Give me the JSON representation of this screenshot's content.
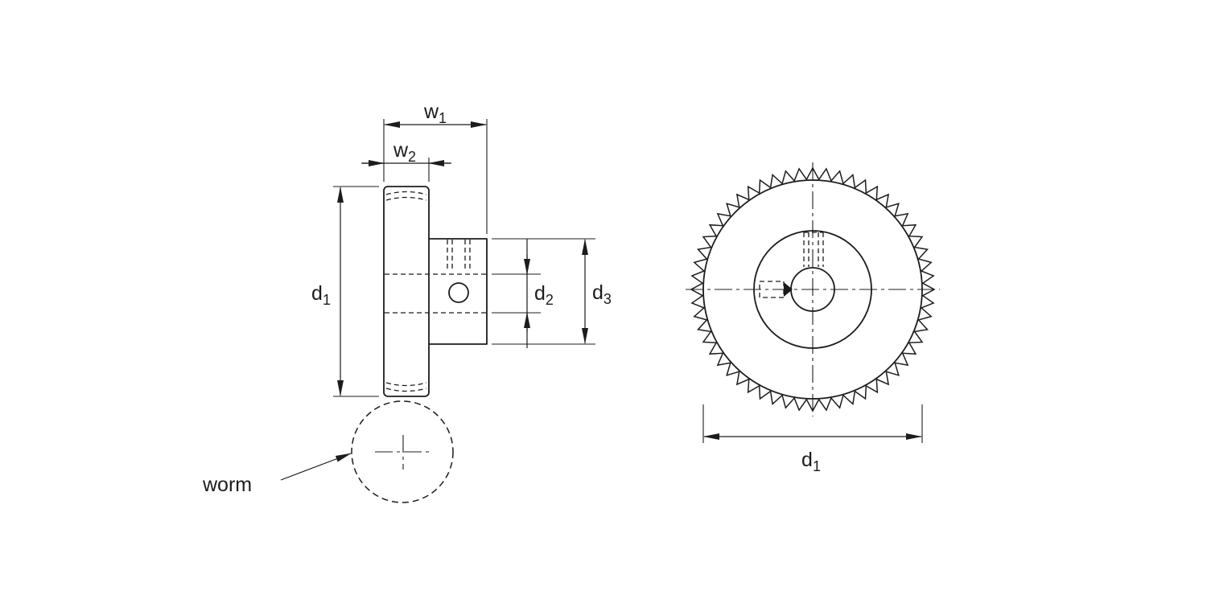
{
  "drawing": {
    "background": "#ffffff",
    "line_color": "#1c1c1c",
    "labels": {
      "w1": {
        "base": "w",
        "sub": "1"
      },
      "w2": {
        "base": "w",
        "sub": "2"
      },
      "d1_side": {
        "base": "d",
        "sub": "1"
      },
      "d2": {
        "base": "d",
        "sub": "2"
      },
      "d3": {
        "base": "d",
        "sub": "3"
      },
      "d1_front": {
        "base": "d",
        "sub": "1"
      },
      "worm": "worm"
    },
    "front_view": {
      "teeth_count": 56
    }
  }
}
